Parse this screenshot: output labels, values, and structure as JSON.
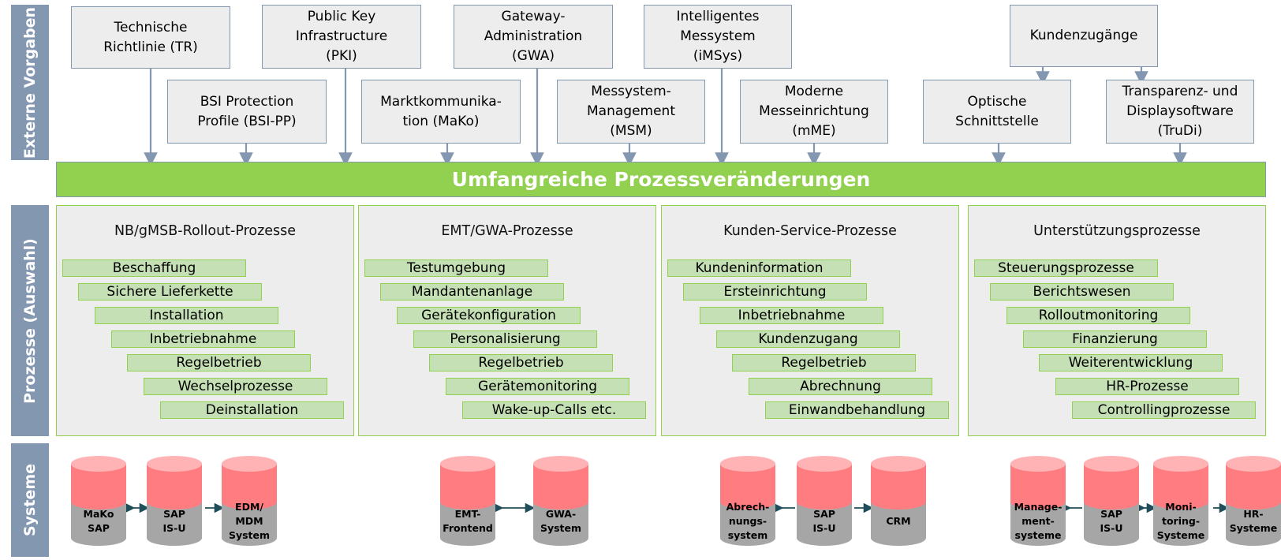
{
  "side_labels": {
    "externe": "Externe Vorgaben",
    "prozesse": "Prozesse (Auswahl)",
    "systeme": "Systeme"
  },
  "external_inputs_top": [
    "Technische\nRichtlinie (TR)",
    "Public Key\nInfrastructure\n(PKI)",
    "Gateway-\nAdministration\n(GWA)",
    "Intelligentes\nMessystem\n(iMSys)",
    "Kundenzugänge"
  ],
  "external_inputs_bottom": [
    "BSI Protection\nProfile (BSI-PP)",
    "Marktkommunika-\ntion (MaKo)",
    "Messystem-\nManagement\n(MSM)",
    "Moderne\nMesseinrichtung\n(mME)",
    "Optische\nSchnittstelle",
    "Transparenz- und\nDisplaysoftware\n(TruDi)"
  ],
  "central_bar": "Umfangreiche Prozessveränderungen",
  "process_groups": [
    {
      "title": "NB/gMSB-Rollout-Prozesse",
      "steps": [
        "Beschaffung",
        "Sichere Lieferkette",
        "Installation",
        "Inbetriebnahme",
        "Regelbetrieb",
        "Wechselprozesse",
        "Deinstallation"
      ]
    },
    {
      "title": "EMT/GWA-Prozesse",
      "steps": [
        "Testumgebung",
        "Mandantenanlage",
        "Gerätekonfiguration",
        "Personalisierung",
        "Regelbetrieb",
        "Gerätemonitoring",
        "Wake-up-Calls etc."
      ]
    },
    {
      "title": "Kunden-Service-Prozesse",
      "steps": [
        "Kundeninformation",
        "Ersteinrichtung",
        "Inbetriebnahme",
        "Kundenzugang",
        "Regelbetrieb",
        "Abrechnung",
        "Einwandbehandlung"
      ]
    },
    {
      "title": "Unterstützungsprozesse",
      "steps": [
        "Steuerungsprozesse",
        "Berichtswesen",
        "Rolloutmonitoring",
        "Finanzierung",
        "Weiterentwicklung",
        "HR-Prozesse",
        "Controllingprozesse"
      ]
    }
  ],
  "systems": [
    "MaKo\nSAP",
    "SAP\nIS-U",
    "EDM/\nMDM\nSystem",
    "EMT-\nFrontend",
    "GWA-\nSystem",
    "Abrech-\nnungs-\nsystem",
    "SAP\nIS-U",
    "CRM",
    "Manage-\nment-\nsysteme",
    "SAP\nIS-U",
    "Moni-\ntoring-\nSysteme",
    "HR-\nSysteme"
  ],
  "colors": {
    "side": "#8497b0",
    "green": "#92d050",
    "step_fill": "#c5e0b4",
    "panel": "#ededed",
    "cyl_top": "#ff7c80",
    "cyl_body": "#a6a6a6",
    "arrow": "#8497b0",
    "link": "#1f4e5a"
  }
}
